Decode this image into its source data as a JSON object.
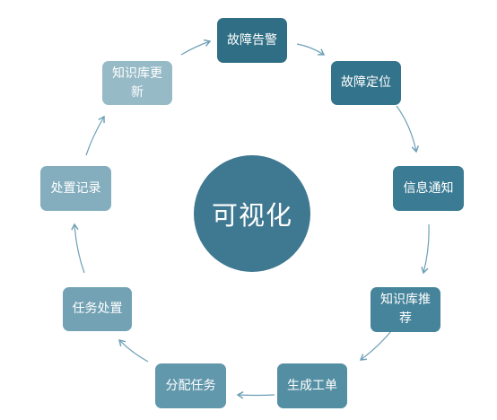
{
  "center": {
    "label": "可视化",
    "color": "#3f7891"
  },
  "cycle_nodes": [
    {
      "id": "fault-alarm",
      "label": "故障告警",
      "color": "#2f6e85"
    },
    {
      "id": "fault-locate",
      "label": "故障定位",
      "color": "#33738b"
    },
    {
      "id": "info-notify",
      "label": "信息通知",
      "color": "#3b7c94"
    },
    {
      "id": "kb-recommend",
      "label": "知识库推荐",
      "color": "#46849b"
    },
    {
      "id": "generate-ticket",
      "label": "生成工单",
      "color": "#538ea3"
    },
    {
      "id": "assign-task",
      "label": "分配任务",
      "color": "#6298ac"
    },
    {
      "id": "task-handle",
      "label": "任务处置",
      "color": "#72a2b4"
    },
    {
      "id": "handle-record",
      "label": "处置记录",
      "color": "#84aebe"
    },
    {
      "id": "kb-update",
      "label": "知识库更新",
      "color": "#97bac7"
    }
  ],
  "arrow_color": "#6d9fb5"
}
